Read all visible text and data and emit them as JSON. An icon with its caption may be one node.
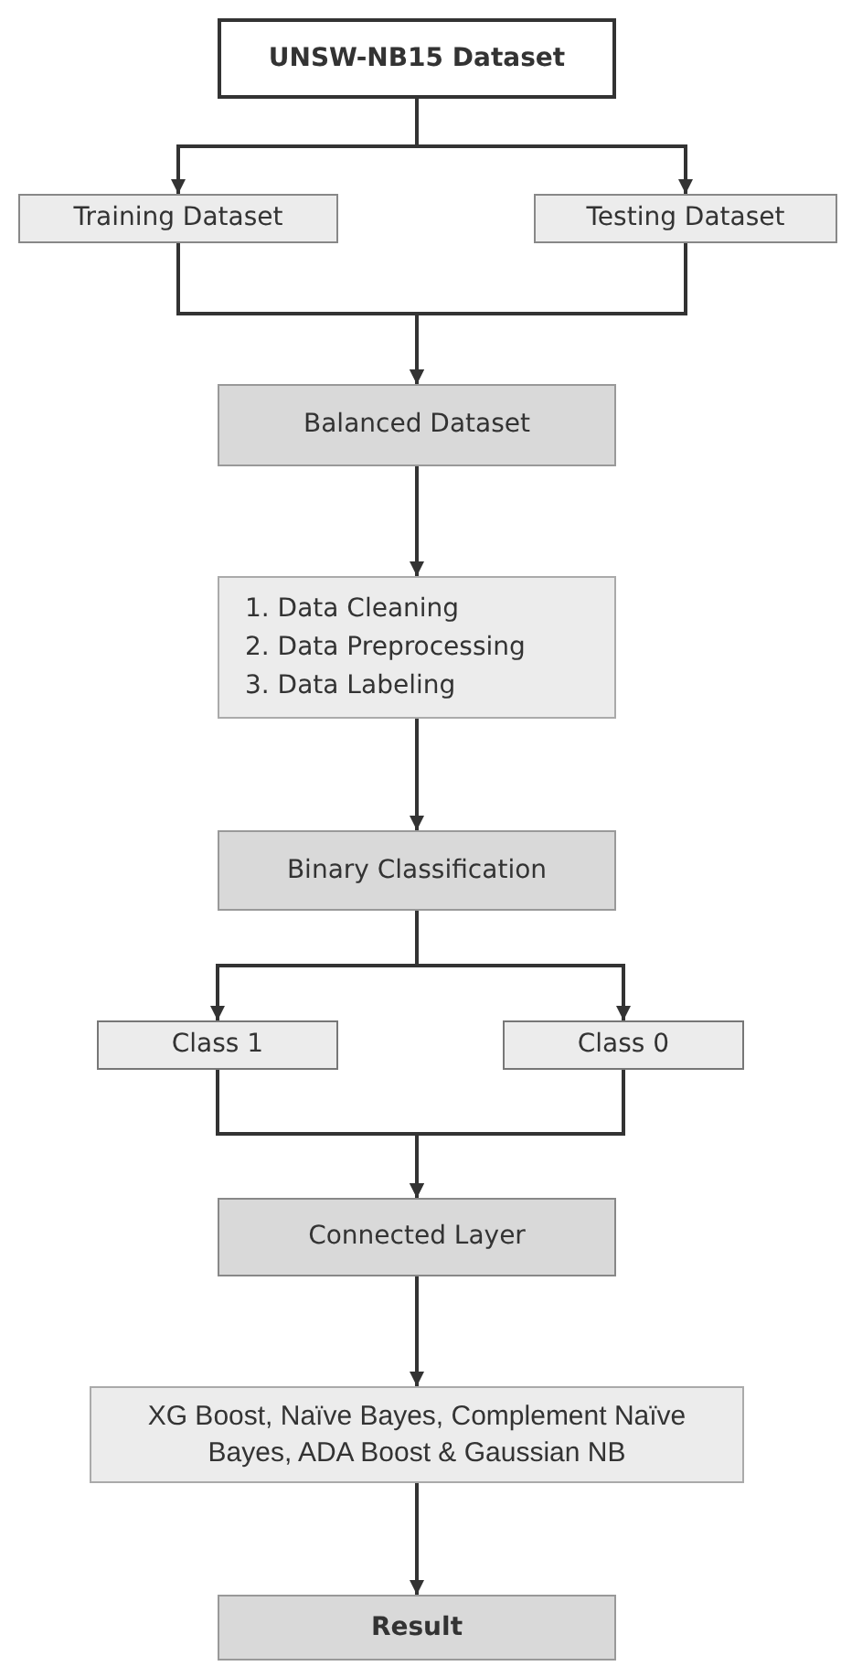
{
  "diagram": {
    "nodes": [
      {
        "text": [
          "UNSW-NB15 Dataset"
        ]
      },
      {
        "text": [
          "Training Dataset"
        ]
      },
      {
        "text": [
          "Testing Dataset"
        ]
      },
      {
        "text": [
          "Balanced Dataset"
        ]
      },
      {
        "text": [
          "1. Data Cleaning",
          "2. Data Preprocessing",
          "3. Data Labeling"
        ]
      },
      {
        "text": [
          "Binary Classification"
        ]
      },
      {
        "text": [
          "Class 1"
        ]
      },
      {
        "text": [
          "Class 0"
        ]
      },
      {
        "text": [
          "Connected Layer"
        ]
      },
      {
        "text": [
          "XG Boost, Naïve Bayes, Complement Naïve Bayes, ADA Boost & Gaussian NB"
        ]
      },
      {
        "text": [
          "Result"
        ]
      }
    ],
    "edges": [
      {
        "from": 0,
        "to": 1,
        "arrow": "to"
      },
      {
        "from": 0,
        "to": 2,
        "arrow": "to"
      },
      {
        "from": 1,
        "to": 3,
        "arrow": "to"
      },
      {
        "from": 2,
        "to": 3,
        "arrow": "to"
      },
      {
        "from": 3,
        "to": 4,
        "arrow": "to"
      },
      {
        "from": 4,
        "to": 5,
        "arrow": "to"
      },
      {
        "from": 5,
        "to": 6,
        "arrow": "to"
      },
      {
        "from": 5,
        "to": 7,
        "arrow": "to"
      },
      {
        "from": 6,
        "to": 8,
        "arrow": "to"
      },
      {
        "from": 7,
        "to": 8,
        "arrow": "to"
      },
      {
        "from": 8,
        "to": 9,
        "arrow": "to"
      },
      {
        "from": 9,
        "to": 10,
        "arrow": "to"
      }
    ]
  }
}
